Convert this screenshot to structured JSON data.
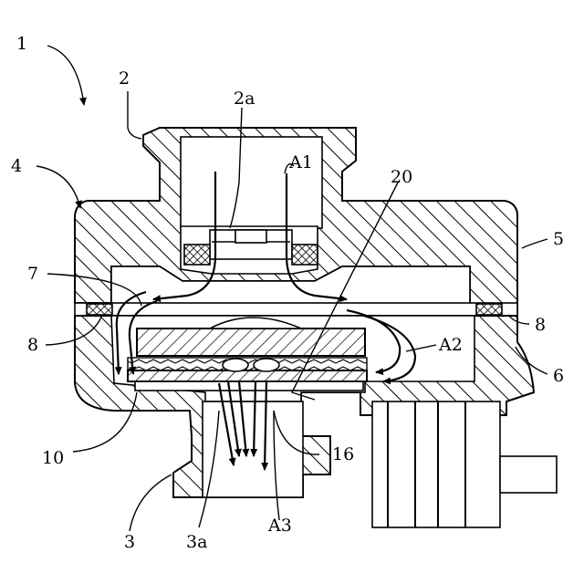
{
  "labels": {
    "l1": "1",
    "l2": "2",
    "l2a": "2a",
    "l3": "3",
    "l3a": "3a",
    "l4": "4",
    "l5": "5",
    "l6": "6",
    "l7": "7",
    "l8_left": "8",
    "l8_right": "8",
    "l10": "10",
    "l16": "16",
    "l20": "20",
    "lA1": "A1",
    "lA2": "A2",
    "lA3": "A3"
  },
  "colors": {
    "line": "#000000",
    "background": "#ffffff"
  }
}
